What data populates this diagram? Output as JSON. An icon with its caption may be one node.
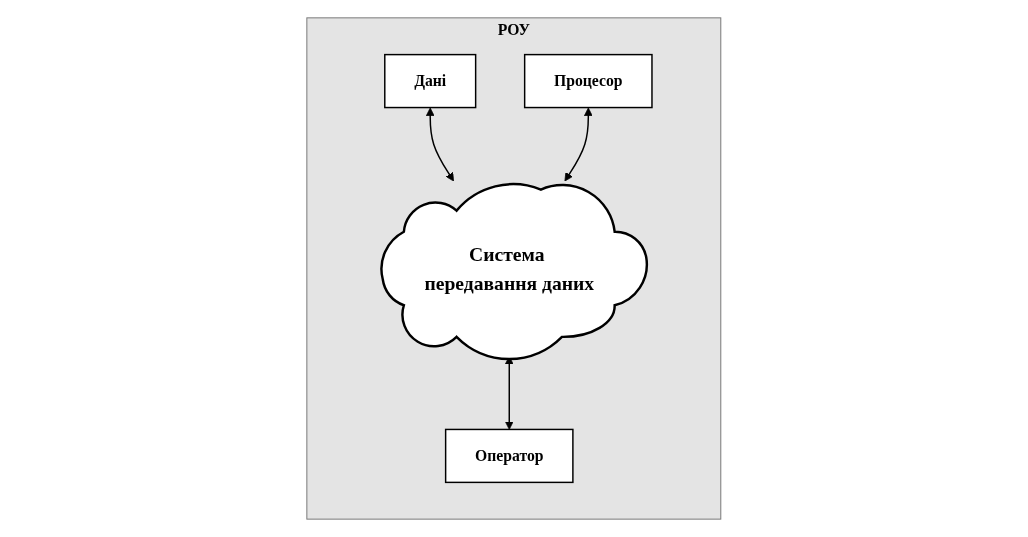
{
  "diagram": {
    "nodes": [
      {
        "text": [
          "РОУ"
        ]
      },
      {
        "text": [
          "Дані"
        ],
        "in": 0
      },
      {
        "text": [
          "Процесор"
        ],
        "in": 0
      },
      {
        "text": [
          "Система передавання даних"
        ],
        "in": 0
      },
      {
        "text": [
          "Оператор"
        ],
        "in": 0
      }
    ],
    "edges": [
      {
        "from": 1,
        "to": 3,
        "arrow": "both"
      },
      {
        "from": 2,
        "to": 3,
        "arrow": "both"
      },
      {
        "from": 3,
        "to": 4,
        "arrow": "both"
      }
    ]
  }
}
